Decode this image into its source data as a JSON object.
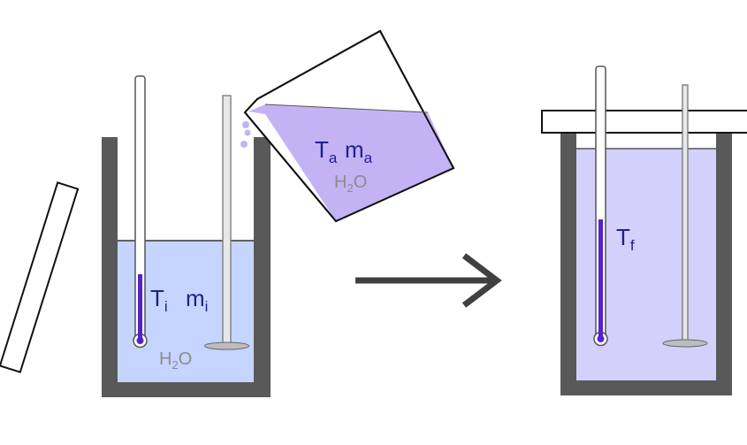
{
  "left_setup": {
    "label_T": "T",
    "label_T_sub": "i",
    "label_m": "m",
    "label_m_sub": "i",
    "label_h2o_H": "H",
    "label_h2o_sub": "2",
    "label_h2o_O": "O"
  },
  "pour_beaker": {
    "label_T": "T",
    "label_T_sub": "a",
    "label_m": "m",
    "label_m_sub": "a",
    "label_h2o_H": "H",
    "label_h2o_sub": "2",
    "label_h2o_O": "O"
  },
  "right_setup": {
    "label_T": "T",
    "label_T_sub": "f"
  },
  "colors": {
    "container_wall": "#595959",
    "water_initial": "#c5d5ff",
    "water_added": "#c3b3f5",
    "water_final": "#d3d0fb",
    "thermometer_fluid": "#5522cc",
    "arrow": "#404040",
    "label_text": "#1f1f8f",
    "h2o_text": "#8c8c8c"
  }
}
